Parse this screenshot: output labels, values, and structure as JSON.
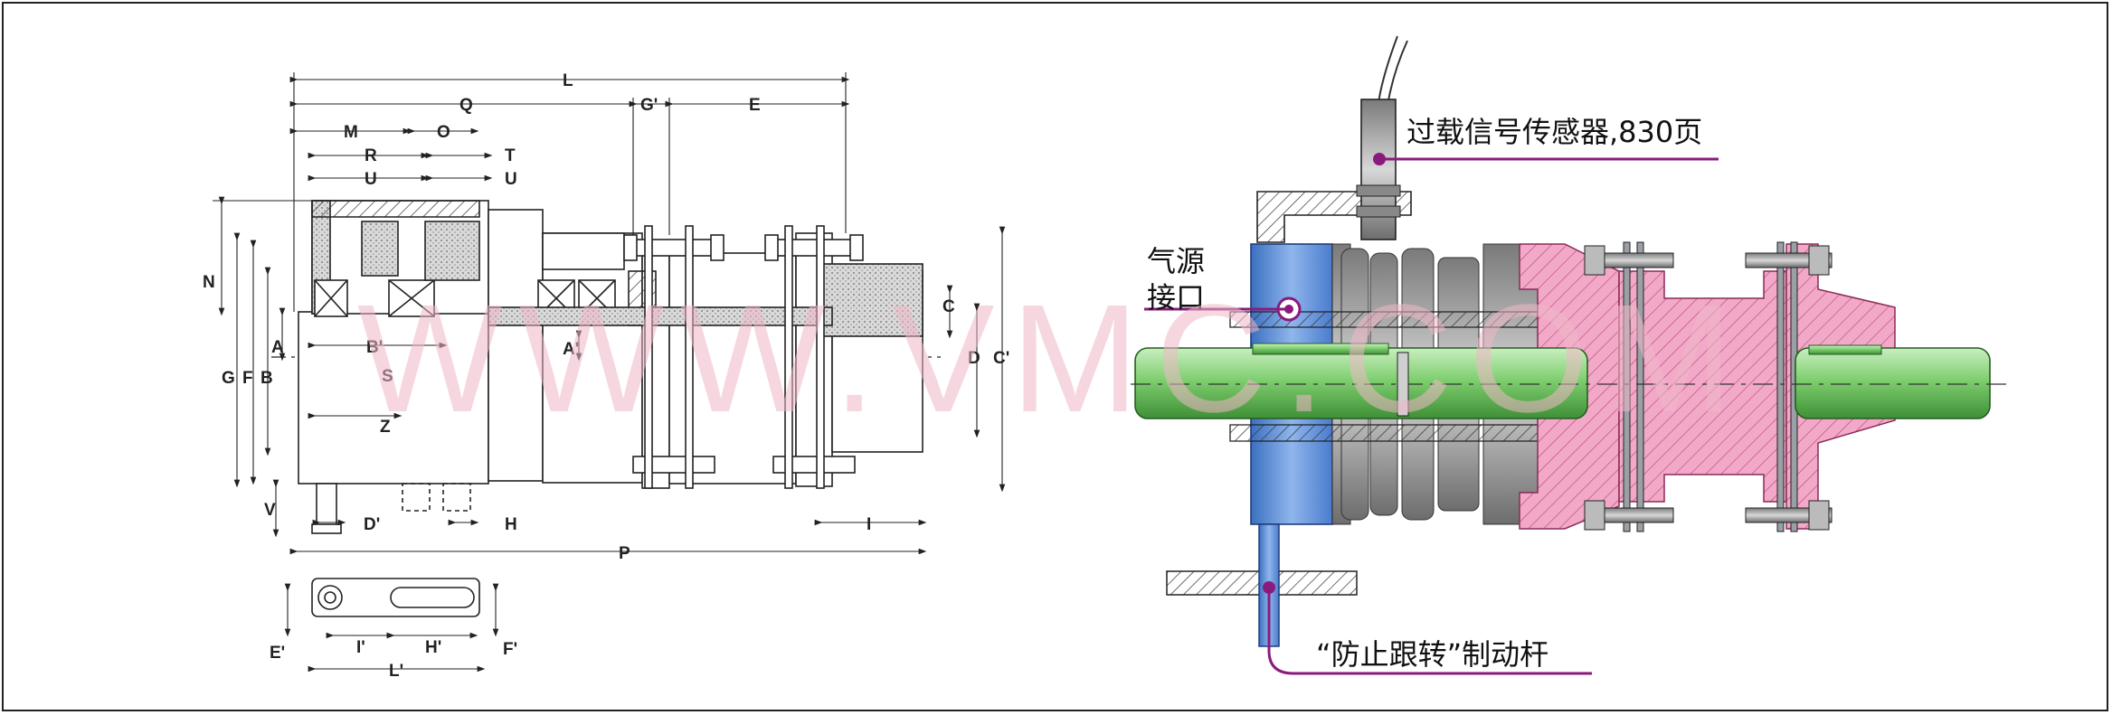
{
  "colors": {
    "accent": "#8b1a7e",
    "shaft": "#7ecf6e",
    "body_blue": "#5b8fd6",
    "flange_pink": "#f2a9c8",
    "gray": "#a7a7a7",
    "watermark": "#f0b8c8"
  },
  "watermark": "WWW.VMC.COM",
  "left_drawing": {
    "dims_top": [
      "L",
      "Q",
      "G'",
      "E",
      "M",
      "O",
      "R",
      "T",
      "U",
      "U"
    ],
    "dims_left": [
      "N",
      "G",
      "F",
      "B",
      "A",
      "V"
    ],
    "dims_inner": [
      "B'",
      "S",
      "Z",
      "A'",
      "C",
      "D",
      "C'",
      "D'",
      "H",
      "I",
      "P"
    ],
    "arm_dims": [
      "E'",
      "I'",
      "H'",
      "L'",
      "F'"
    ]
  },
  "right_drawing": {
    "sensor_label": "过载信号传感器,830页",
    "air_label_line1": "气源",
    "air_label_line2": "接口",
    "lever_label": "“防止跟转”制动杆"
  }
}
